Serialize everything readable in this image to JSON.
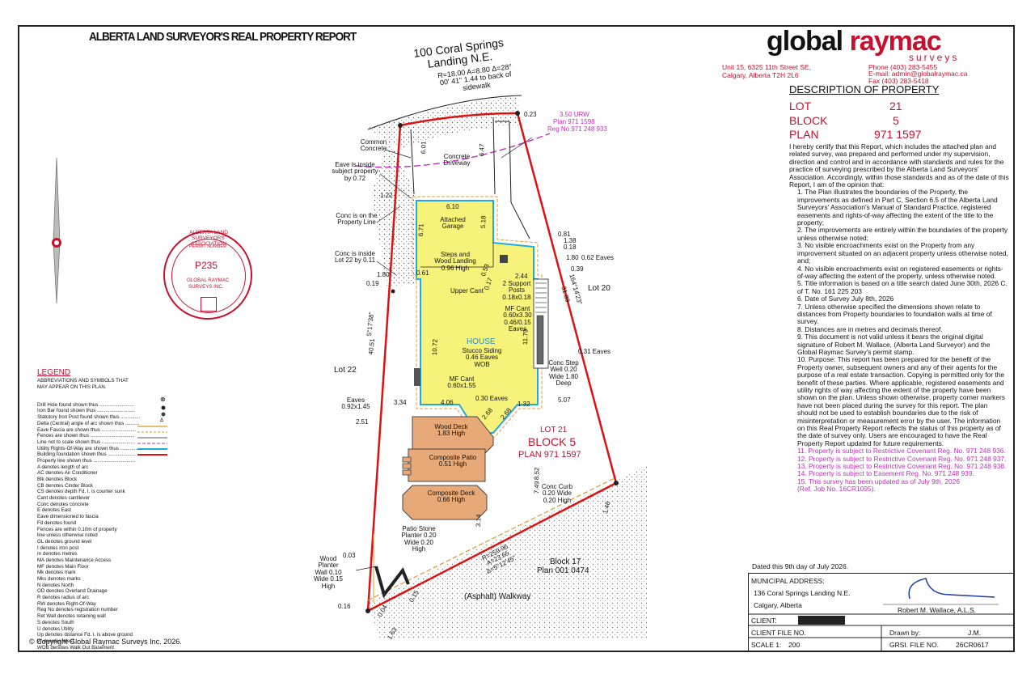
{
  "header": {
    "title": "ALBERTA LAND SURVEYOR'S REAL PROPERTY REPORT",
    "street": "100 Coral Springs Landing N.E."
  },
  "company": {
    "logo_global": "global",
    "logo_raymac": "raymac",
    "logo_sub": "surveys",
    "address_line1": "Unit 15, 6325 11th Street SE,",
    "address_line2": "Calgary, Alberta T2H 2L6",
    "phone": "Phone (403) 283-5455",
    "email": "E-mail: admin@globalraymac.ca",
    "fax": "Fax (403) 283-5418"
  },
  "stamp": {
    "ring": "ALBERTA LAND SURVEYORS' ASSOCIATION",
    "permit": "PERMIT NUMBER",
    "number": "P235",
    "name1": "GLOBAL RAYMAC",
    "name2": "SURVEYS INC."
  },
  "property": {
    "heading": "DESCRIPTION OF PROPERTY",
    "lot_label": "LOT",
    "lot": "21",
    "block_label": "BLOCK",
    "block": "5",
    "plan_label": "PLAN",
    "plan": "971 1597"
  },
  "certification": {
    "intro": "I hereby certify that this Report, which includes the attached plan and related survey, was prepared and performed under my supervision, direction and control and in accordance with standards and rules for the practice of surveying prescribed by the Alberta Land Surveyors' Association. Accordingly, within those standards and as of the date of this Report, I am of the opinion that:",
    "items": [
      "1. The Plan illustrates the boundaries of the Property, the improvements as defined in Part C, Section 6.5 of the Alberta Land Surveyors' Association's Manual of Standard Practice, registered easements and rights-of-way affecting the extent of the title to the property;",
      "2. The improvements are entirely within the boundaries of the property unless otherwise noted;",
      "3. No visible encroachments exist on the Property from any improvement situated on an adjacent property unless otherwise noted, and;",
      "4. No visible encroachments exist on registered easements or rights-of-way affecting the extent of the property, unless otherwise noted.",
      "5. Title information is based on a title search dated June 30th, 2026 C. of T. No. 161 225 203",
      "6. Date of Survey July 8th, 2026",
      "7. Unless otherwise specified the dimensions shown relate to distances from Property boundaries to foundation walls at time of survey.",
      "8. Distances are in metres and decimals thereof.",
      "9. This document is not valid unless it bears the original digital signature of Robert M. Wallace, (Alberta Land Surveyor) and the Global Raymac Survey's permit stamp.",
      "10. Purpose: This report has been prepared for the benefit of the Property owner, subsequent owners and any of their agents for the purpose of a real estate transaction. Copying is permitted only for the benefit of these parties. Where applicable, registered easements and utility rights of way affecting the extent of the property have been shown on the plan. Unless shown otherwise, property corner markers have not been placed during the survey for this report. The plan should not be used to establish boundaries due to the risk of misinterpretation or measurement error by the user. The information on this Real Property Report reflects the status of this property as of the date of survey only. Users are encouraged to have the Real Property Report updated for future requirements."
    ],
    "notes": [
      "11. Property is subject to Restrictive Covenant Reg. No. 971 248 936.",
      "12. Property is subject to Restrictive Covenant Reg. No. 971 248 937.",
      "13. Property is subject to Restrictive Covenant Reg. No. 971 248 938.",
      "14. Property is subject to Easement Reg. No. 971 248 939.",
      "15. This survey has been updated as of July 9th, 2026",
      "(Ref. Job No. 16CR1095)."
    ]
  },
  "legend": {
    "heading": "LEGEND",
    "sub1": "ABBREVIATIONS AND SYMBOLS THAT",
    "sub2": "MAY APPEAR ON THIS PLAN.",
    "symbols": [
      "Drill Hole found shown thus .........................",
      "Iron Bar found shown thus ...........................",
      "Statutory Iron Post found shown thus ..............",
      "Delta (Central) angle of arc shown thus ..........",
      "Eave Fascia are shown thus .........................",
      "Fences are shown thus ................................",
      "Line not to scale shown thus ........................",
      "Utility Rights-Of-Way are shown thus .............",
      "Building foundation shown thus ....................",
      "Property line shown thus .............................."
    ],
    "abbr": [
      "A denotes length of arc",
      "AC denotes Air Conditioner",
      "Blk denotes Block",
      "CB denotes Cinder Block",
      "CS denotes depth Fd. I. is counter sunk",
      "Cant denotes cantilever",
      "Conc denotes concrete",
      "E denotes East",
      "Eave dimensioned to fascia",
      "Fd denotes found",
      "Fences are within 0.10m of property",
      " line unless otherwise noted",
      "GL denotes ground level",
      "I denotes Iron post",
      "m denotes metres",
      "MA denotes Maintenance Access",
      "MF denotes Main Floor",
      "Mk denotes mark",
      "Mks denotes marks",
      "N denotes North",
      "OD denotes Overland Drainage",
      "R denotes radius of arc",
      "RW denotes Right-Of-Way",
      "Reg No denotes registration number",
      "Ret Wall denotes retaining wall",
      "S denotes South",
      "U denotes Utility",
      "Up denotes distance Fd. I. is above ground",
      "W denotes West",
      "WOB denotes Walk Out Basement"
    ]
  },
  "plan": {
    "curve": "R=18.00 A=8.80 Δ=28° 00' 41\" 1.44 to back of sidewalk",
    "urw": [
      "3.50 URW",
      "Plan 971 1598",
      "Reg No.971 248 933"
    ],
    "labels": {
      "common_concrete": "Common Concrete",
      "concrete_driveway": "Concrete Driveway",
      "eave_inside": "Eave is inside subject property by 0.72",
      "conc_on_line": "Conc is on the Property Line",
      "conc_inside": "Conc is inside Lot 22 by 0.11",
      "garage": "Attached Garage",
      "steps": "Steps and Wood Landing 0.96 High",
      "upper_cant": "Upper Cant",
      "support_posts": "2 Support Posts 0.18x0.18",
      "mf_cant_1": "MF Cant 0.60x3.30 0.46/0.15 Eaves",
      "house": "HOUSE",
      "house_desc": "Stucco Siding 0.46 Eaves WOB",
      "mf_cant_2": "MF Cant 0.60x1.55",
      "eaves_0_30": "0.30 Eaves",
      "eaves_box": "Eaves 0.92x1.45",
      "conc_step_well": "Conc Step Well 0.20 Wide 1.80 Deep",
      "wood_deck": "Wood Deck 1.83 High",
      "patio": "Composite Patio 0.51 High",
      "composite_deck": "Composite Deck 0.66 High",
      "lot21": "LOT 21",
      "block5": "BLOCK 5",
      "plan971": "PLAN 971 1597",
      "lot20": "Lot 20",
      "lot22": "Lot 22",
      "conc_curb": "Conc Curb 0.20 Wide 0.20 High",
      "patio_stone": "Patio Stone Planter 0.20 Wide 0.20 High",
      "wood_planter": "Wood Planter Wall 0.10 Wide 0.15 High",
      "block17": "Block 17",
      "plan0474": "Plan 001 0474",
      "walkway": "(Asphalt) Walkway",
      "rear_curve": "R=259.96 A=23.65 Δ=5°12'45\""
    },
    "dims": [
      "6.01",
      "6.47",
      "6.10",
      "6.71",
      "5.18",
      "0.23",
      "1.22",
      "0.81",
      "1.38",
      "0.18",
      "1.80",
      "0.62 Eaves",
      "0.39",
      "0.61",
      "2.44",
      "0.53",
      "0.17",
      "31.89",
      "164°14'23\"",
      "0.31 Eaves",
      "10.72",
      "11.79",
      "40.51",
      "5°17'38\"",
      "4.06",
      "1.32",
      "3.34",
      "2.51",
      "5.07",
      "2.68",
      "2.68",
      "8.52",
      "7.49",
      "3.14",
      "0.03",
      "0.16",
      "0.15",
      "0.04",
      "1.63",
      "1.46",
      "1.80",
      "0.19"
    ]
  },
  "footer": {
    "copyright": "© Copyright Global Raymac Surveys Inc. 2026.",
    "dated": "Dated this 9th day of July 2026.",
    "municipal_label": "MUNICIPAL ADDRESS:",
    "municipal_1": "136 Coral Springs Landing N.E.",
    "municipal_2": "Calgary, Alberta",
    "surveyor": "Robert M. Wallace, A.L.S.",
    "client_label": "CLIENT:",
    "client_file_label": "CLIENT FILE NO.",
    "drawn_label": "Drawn by:",
    "drawn_by": "J.M.",
    "scale_label": "SCALE 1:",
    "scale": "200",
    "grsi_label": "GRSI. FILE NO.",
    "grsi": "26CR0617"
  }
}
